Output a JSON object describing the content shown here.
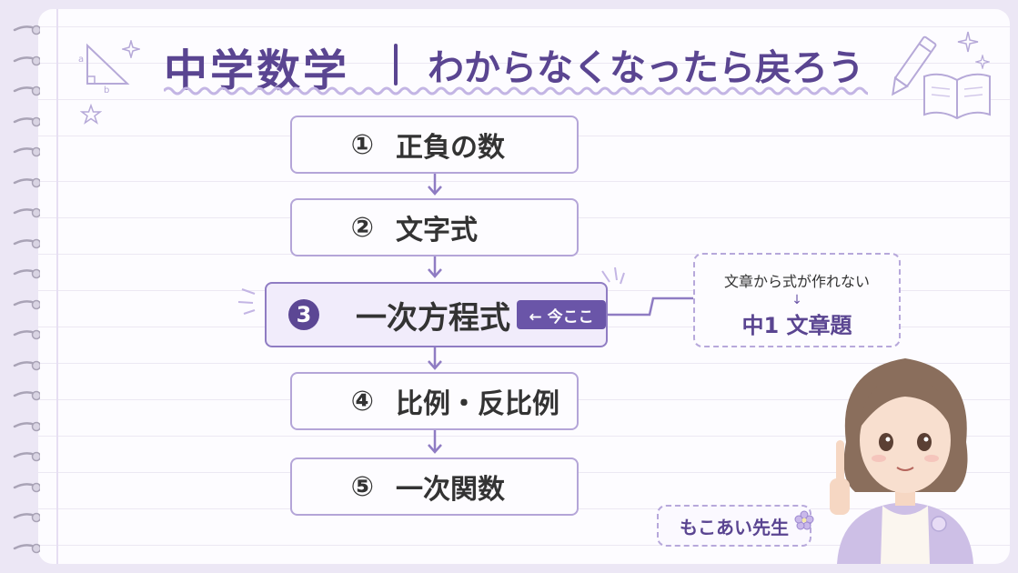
{
  "title": {
    "main": "中学数学",
    "subtitle": "わからなくなったら戻ろう"
  },
  "steps": [
    {
      "number": "①",
      "label": "正負の数",
      "active": false
    },
    {
      "number": "②",
      "label": "文字式",
      "active": false
    },
    {
      "number": "3",
      "label": "一次方程式",
      "active": true
    },
    {
      "number": "④",
      "label": "比例・反比例",
      "active": false
    },
    {
      "number": "⑤",
      "label": "一次関数",
      "active": false
    }
  ],
  "current_marker": "← 今ここ",
  "note": {
    "line1": "文章から式が作れない",
    "arrow": "↓",
    "line2": "中1 文章題"
  },
  "author_tag": "もこあい先生",
  "colors": {
    "accent": "#5a4591",
    "border": "#b4a5d8",
    "active_bg": "#f1ecfb",
    "background": "#ece7f5"
  },
  "icons": [
    "triangle-icon",
    "sparkle-icon",
    "pencil-icon",
    "open-book-icon",
    "flower-icon",
    "teacher-illustration"
  ]
}
